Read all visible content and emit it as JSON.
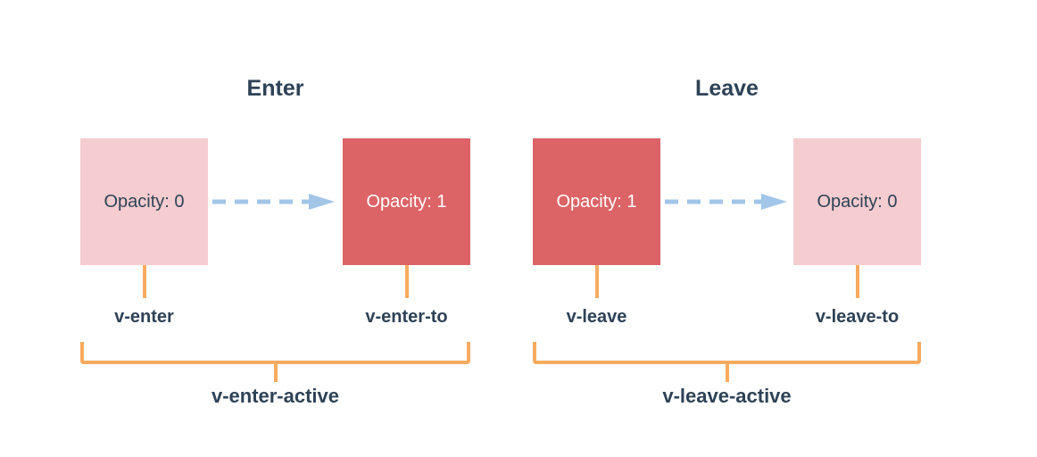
{
  "colors": {
    "text_dark": "#2e4257",
    "box_pink": "#f5cccf",
    "box_red": "#dc6366",
    "accent_orange": "#f8ab60",
    "arrow_blue": "#a2c5e8",
    "background": "#ffffff"
  },
  "enter": {
    "title": "Enter",
    "from_box": {
      "label": "Opacity: 0",
      "variant": "light"
    },
    "to_box": {
      "label": "Opacity: 1",
      "variant": "solid"
    },
    "from_label": "v-enter",
    "to_label": "v-enter-to",
    "active_label": "v-enter-active"
  },
  "leave": {
    "title": "Leave",
    "from_box": {
      "label": "Opacity: 1",
      "variant": "solid"
    },
    "to_box": {
      "label": "Opacity: 0",
      "variant": "light"
    },
    "from_label": "v-leave",
    "to_label": "v-leave-to",
    "active_label": "v-leave-active"
  }
}
